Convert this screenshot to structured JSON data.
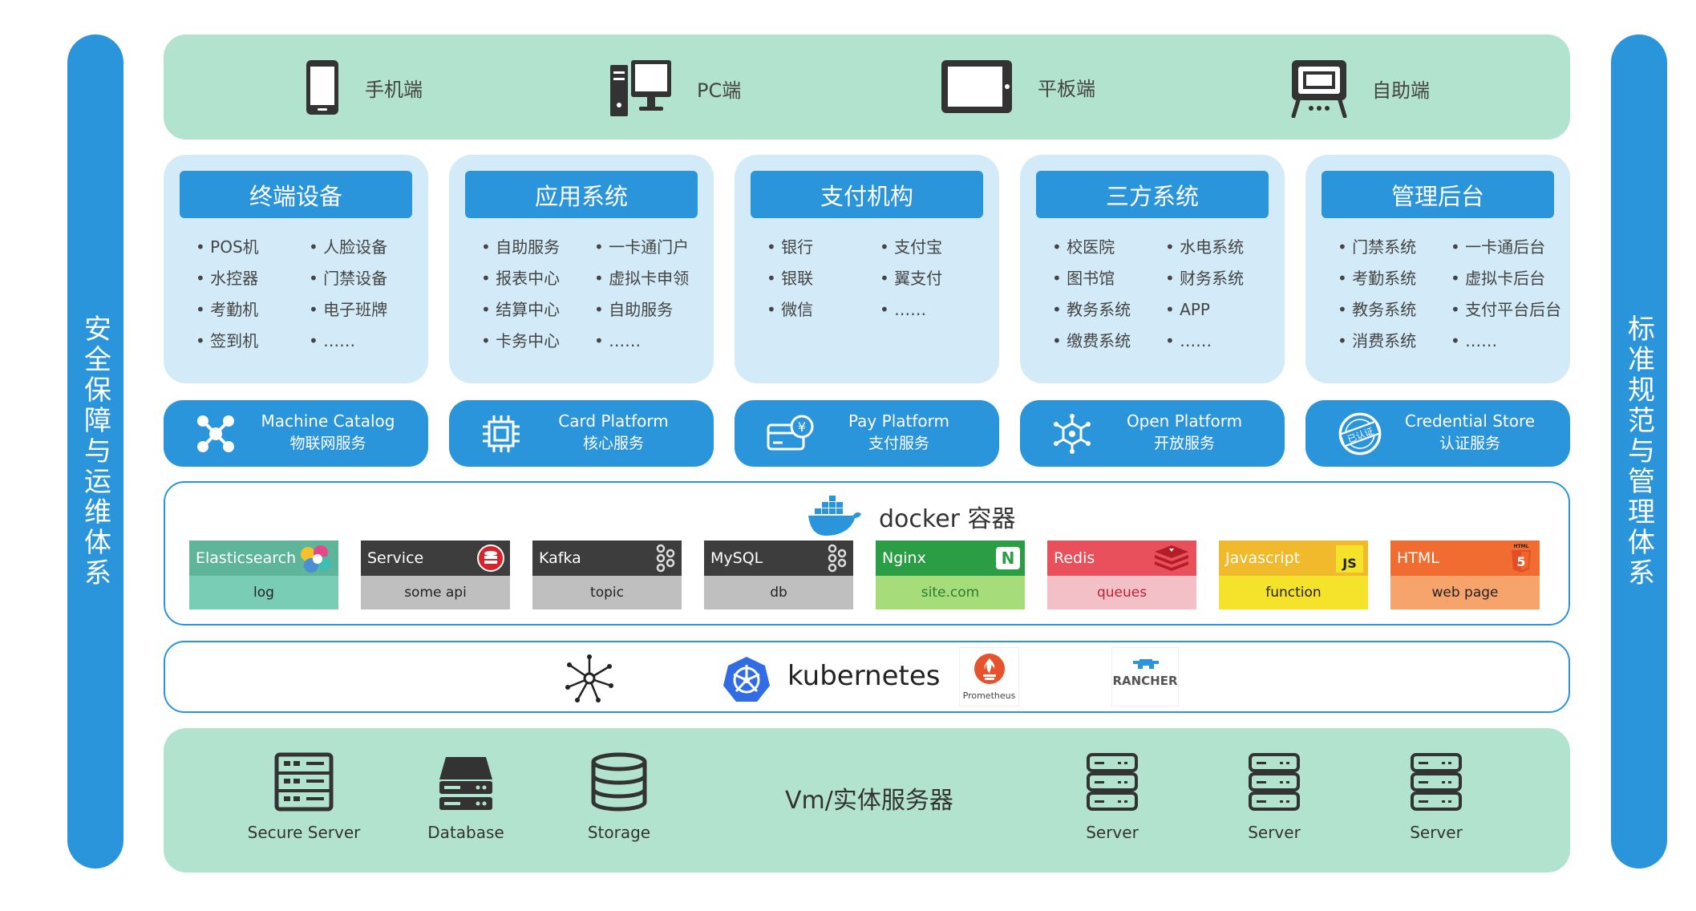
{
  "left_bar": "安全保障与运维体系",
  "right_bar": "标准规范与管理体系",
  "devices": [
    {
      "label": "手机端",
      "icon": "phone-icon"
    },
    {
      "label": "PC端",
      "icon": "desktop-icon"
    },
    {
      "label": "平板端",
      "icon": "tablet-icon"
    },
    {
      "label": "自助端",
      "icon": "kiosk-icon"
    }
  ],
  "categories": [
    {
      "title": "终端设备",
      "items": [
        "POS机",
        "人脸设备",
        "水控器",
        "门禁设备",
        "考勤机",
        "电子班牌",
        "签到机",
        "……"
      ]
    },
    {
      "title": "应用系统",
      "items": [
        "自助服务",
        "一卡通门户",
        "报表中心",
        "虚拟卡申领",
        "结算中心",
        "自助服务",
        "卡务中心",
        "……"
      ]
    },
    {
      "title": "支付机构",
      "items": [
        "银行",
        "支付宝",
        "银联",
        "翼支付",
        "微信",
        "……"
      ]
    },
    {
      "title": "三方系统",
      "items": [
        "校医院",
        "水电系统",
        "图书馆",
        "财务系统",
        "教务系统",
        "APP",
        "缴费系统",
        "……"
      ]
    },
    {
      "title": "管理后台",
      "items": [
        "门禁系统",
        "一卡通后台",
        "考勤系统",
        "虚拟卡后台",
        "教务系统",
        "支付平台后台",
        "消费系统",
        "……"
      ]
    }
  ],
  "services": [
    {
      "en": "Machine Catalog",
      "cn": "物联网服务",
      "icon": "network-nodes-icon"
    },
    {
      "en": "Card Platform",
      "cn": "核心服务",
      "icon": "chip-icon"
    },
    {
      "en": "Pay Platform",
      "cn": "支付服务",
      "icon": "payment-card-icon"
    },
    {
      "en": "Open Platform",
      "cn": "开放服务",
      "icon": "hub-icon"
    },
    {
      "en": "Credential Store",
      "cn": "认证服务",
      "icon": "certified-stamp-icon",
      "stamp": "已认证"
    }
  ],
  "docker": {
    "label": "docker 容器",
    "tiles": [
      {
        "name": "Elasticsearch",
        "sub": "log",
        "top": "#5fb59a",
        "bot": "#79cdb5",
        "badge": ""
      },
      {
        "name": "Service",
        "sub": "some api",
        "top": "#3d3d3d",
        "bot": "#bfbfbf",
        "badge": ""
      },
      {
        "name": "Kafka",
        "sub": "topic",
        "top": "#3d3d3d",
        "bot": "#bfbfbf",
        "badge": ""
      },
      {
        "name": "MySQL",
        "sub": "db",
        "top": "#3d3d3d",
        "bot": "#bfbfbf",
        "badge": ""
      },
      {
        "name": "Nginx",
        "sub": "site.com",
        "top": "#2a9d45",
        "bot": "#a6dc7a",
        "badge": "N"
      },
      {
        "name": "Redis",
        "sub": "queues",
        "top": "#e8505b",
        "bot": "#f3c0c7",
        "badge": ""
      },
      {
        "name": "Javascript",
        "sub": "function",
        "top": "#f1b92c",
        "bot": "#f5e22a",
        "badge": "JS"
      },
      {
        "name": "HTML",
        "sub": "web page",
        "top": "#f06c30",
        "bot": "#f6a46b",
        "badge": "5",
        "badge_caption": "HTML"
      }
    ]
  },
  "k8s": {
    "label": "kubernetes",
    "prometheus": "Prometheus",
    "rancher": "RANCHER"
  },
  "servers": {
    "center": "Vm/实体服务器",
    "items": [
      {
        "label": "Secure Server",
        "icon": "secure-server-icon"
      },
      {
        "label": "Database",
        "icon": "database-icon"
      },
      {
        "label": "Storage",
        "icon": "storage-icon"
      },
      {
        "label": "Server",
        "icon": "server-icon"
      },
      {
        "label": "Server",
        "icon": "server-icon"
      },
      {
        "label": "Server",
        "icon": "server-icon"
      }
    ]
  }
}
